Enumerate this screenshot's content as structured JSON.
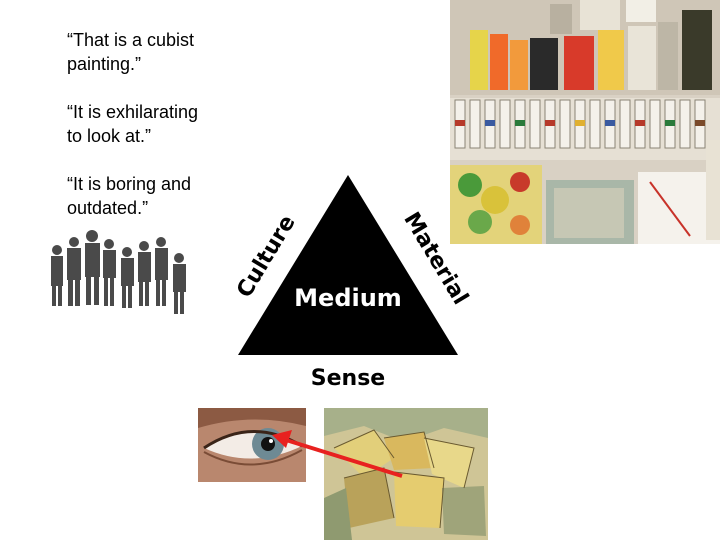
{
  "quotes": [
    "“That is a cubist\npainting.”",
    "“It is exhilarating\nto look at.”",
    "“It is boring and\noutdated.”"
  ],
  "triangle": {
    "center_label": "Medium",
    "left_label": "Culture",
    "right_label": "Material",
    "bottom_label": "Sense"
  },
  "colors": {
    "triangle": "#000000",
    "arrow": "#e8211f",
    "triangle_text": "#ffffff"
  },
  "images": {
    "paint_supplies": "paint-supplies-photo",
    "crowd": "people-silhouettes",
    "eye": "eye-closeup-photo",
    "cubist": "cubist-painting"
  }
}
